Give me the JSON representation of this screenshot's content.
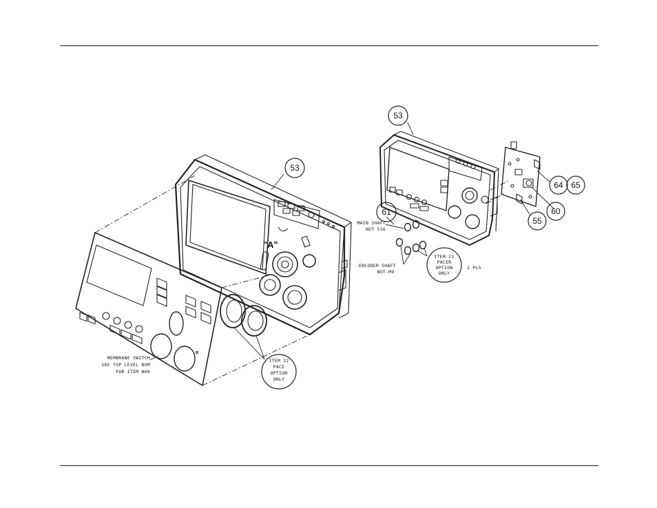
{
  "callouts": {
    "left_53": "53",
    "right_53": "53",
    "c61": "61",
    "c64": "64",
    "c65": "65",
    "c60": "60",
    "c55": "55"
  },
  "view_label": "\"A\"",
  "notes": {
    "membrane": [
      "MEMBRANE SWITCH",
      "SEE TOP LEVEL BOM",
      "FOR ITEM #60"
    ],
    "item22": [
      "ITEM 22",
      "PACE",
      "OPTION",
      "ONLY"
    ],
    "main_shaft": [
      "MAIN SHAFT",
      "NUT 516"
    ],
    "encoder_shaft": [
      "ENCODER SHAFT",
      "NUT-M9"
    ],
    "item23": [
      "ITEM 23",
      "PACER",
      "OPTION",
      "ONLY"
    ],
    "pls": "2 PLS"
  }
}
